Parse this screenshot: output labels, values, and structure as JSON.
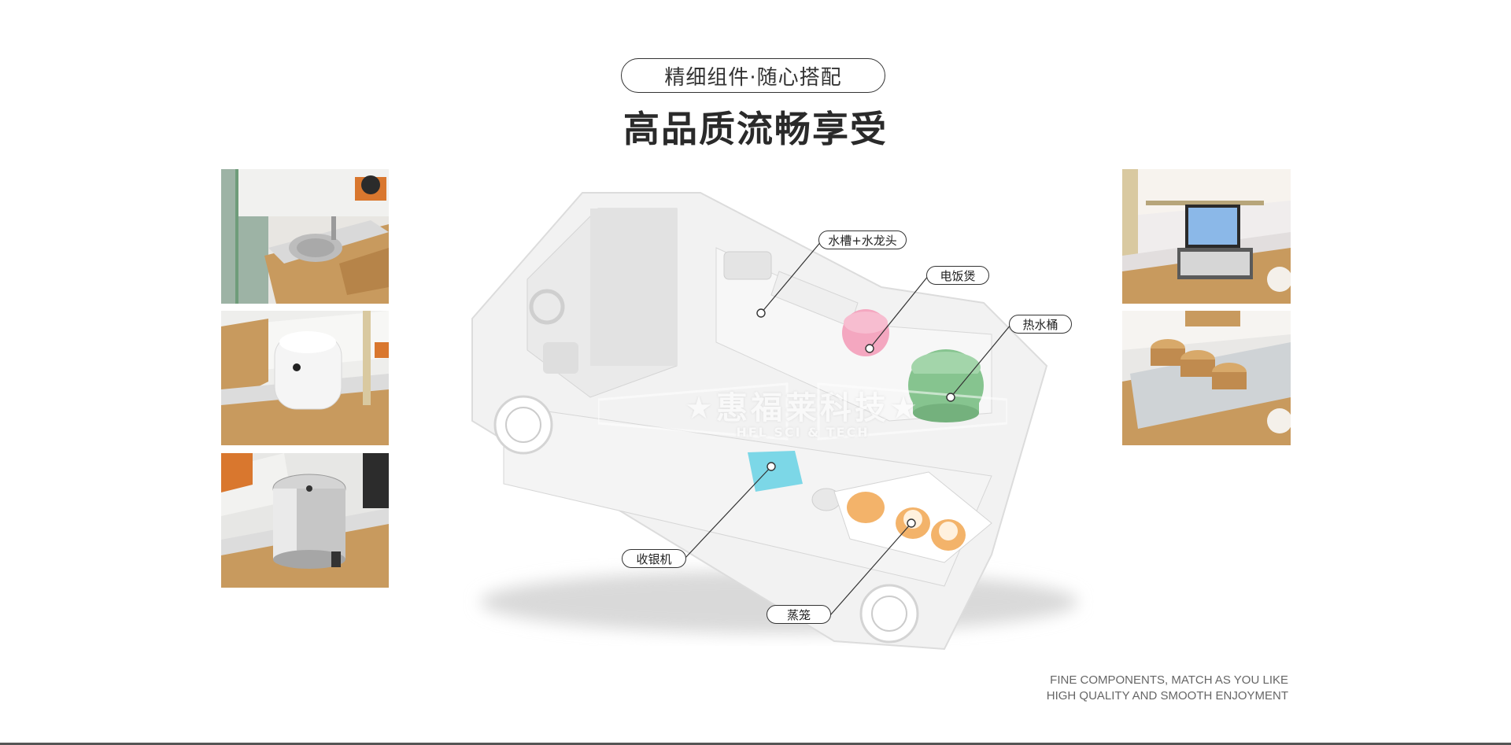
{
  "header": {
    "tagline": "精细组件·随心搭配",
    "headline": "高品质流畅享受"
  },
  "watermark": {
    "brand_cn": "★惠福莱科技★",
    "brand_en": "HFL SCI & TECH"
  },
  "callouts": {
    "sink": "水槽+水龙头",
    "rice_cooker": "电饭煲",
    "hot_water_bucket": "热水桶",
    "cash_register": "收银机",
    "steamer": "蒸笼"
  },
  "footer": {
    "line1": "FINE COMPONENTS, MATCH AS YOU LIKE",
    "line2": "HIGH QUALITY AND SMOOTH ENJOYMENT"
  },
  "colors": {
    "rice_cooker_highlight": "#f4a7c0",
    "hot_water_highlight": "#86c48f",
    "cash_register_highlight": "#6fd4e6",
    "steamer_highlight": "#f3b36a",
    "wood": "#c89a5e",
    "steel": "#c8c8c8",
    "window_frame": "#6f9c7a"
  },
  "icons": {
    "watermark": "shield-wings-logo"
  }
}
